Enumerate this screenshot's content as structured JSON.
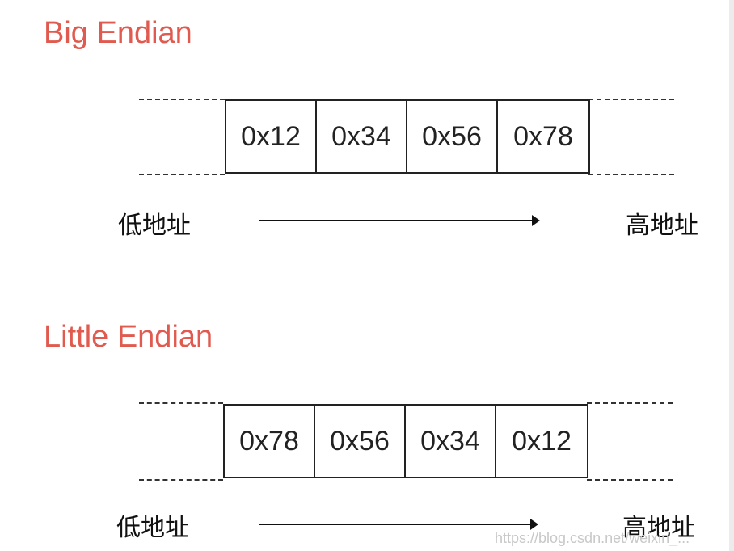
{
  "diagrams": [
    {
      "title": "Big Endian",
      "cells": [
        "0x12",
        "0x34",
        "0x56",
        "0x78"
      ],
      "low_label": "低地址",
      "high_label": "高地址"
    },
    {
      "title": "Little Endian",
      "cells": [
        "0x78",
        "0x56",
        "0x34",
        "0x12"
      ],
      "low_label": "低地址",
      "high_label": "高地址"
    }
  ],
  "watermark": "https://blog.csdn.net/weixin_..."
}
